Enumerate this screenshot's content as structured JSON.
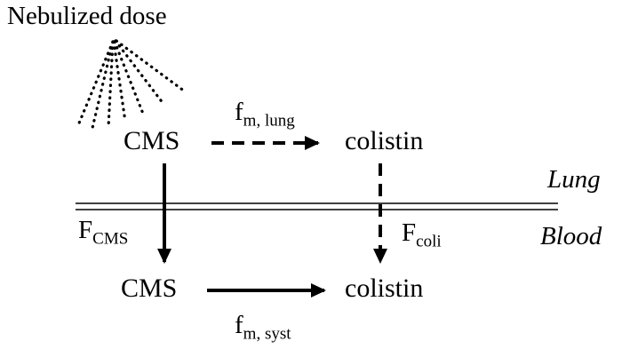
{
  "diagram": {
    "title": "Nebulized dose",
    "compartments": {
      "lung_label": "Lung",
      "blood_label": "Blood"
    },
    "nodes": {
      "lung_cms": "CMS",
      "lung_colistin": "colistin",
      "blood_cms": "CMS",
      "blood_colistin": "colistin"
    },
    "labels": {
      "fm_lung": {
        "main": "f",
        "sub": "m, lung"
      },
      "fm_syst": {
        "main": "f",
        "sub": "m, syst"
      },
      "f_cms": {
        "main": "F",
        "sub": "CMS"
      },
      "f_coli": {
        "main": "F",
        "sub": "coli"
      }
    },
    "colors": {
      "ink": "#000000",
      "background": "#ffffff"
    }
  }
}
